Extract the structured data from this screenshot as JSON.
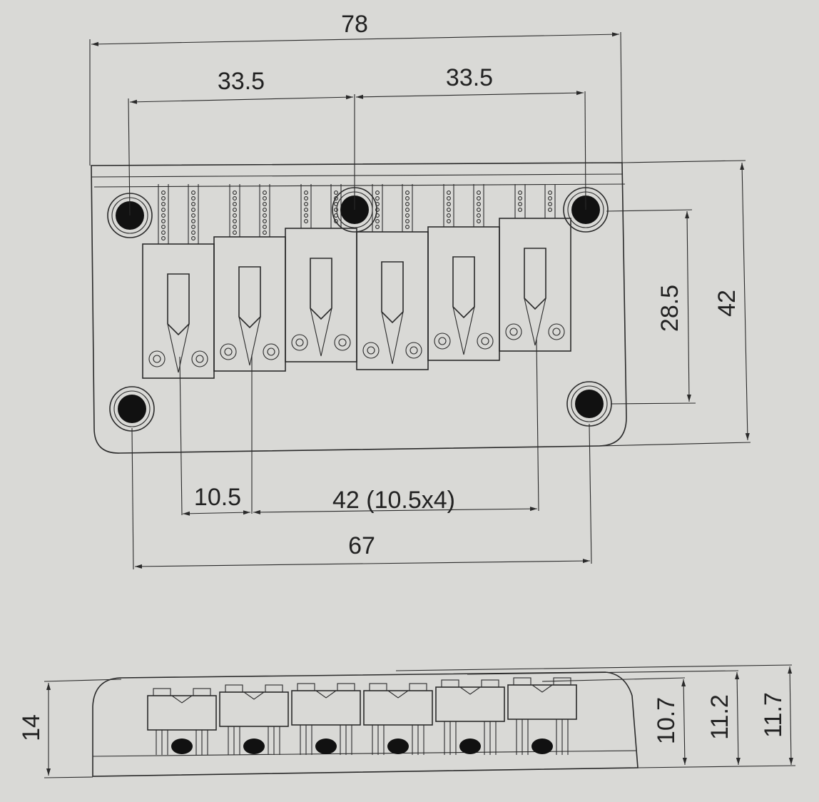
{
  "top_view": {
    "dimensions": {
      "overall_width": "78",
      "left_half": "33.5",
      "right_half": "33.5",
      "overall_height": "42",
      "mount_hole_vertical": "28.5",
      "string_spacing": "10.5",
      "string_span": "42 (10.5x4)",
      "mount_hole_horizontal": "67"
    },
    "saddle_count": 6
  },
  "side_view": {
    "dimensions": {
      "base_height": "14",
      "saddle_height_low": "10.7",
      "saddle_height_mid": "11.2",
      "saddle_height_high": "11.7"
    }
  },
  "colors": {
    "line": "#2a2a2a",
    "background": "#d9d9d6",
    "hole_fill": "#111111"
  }
}
